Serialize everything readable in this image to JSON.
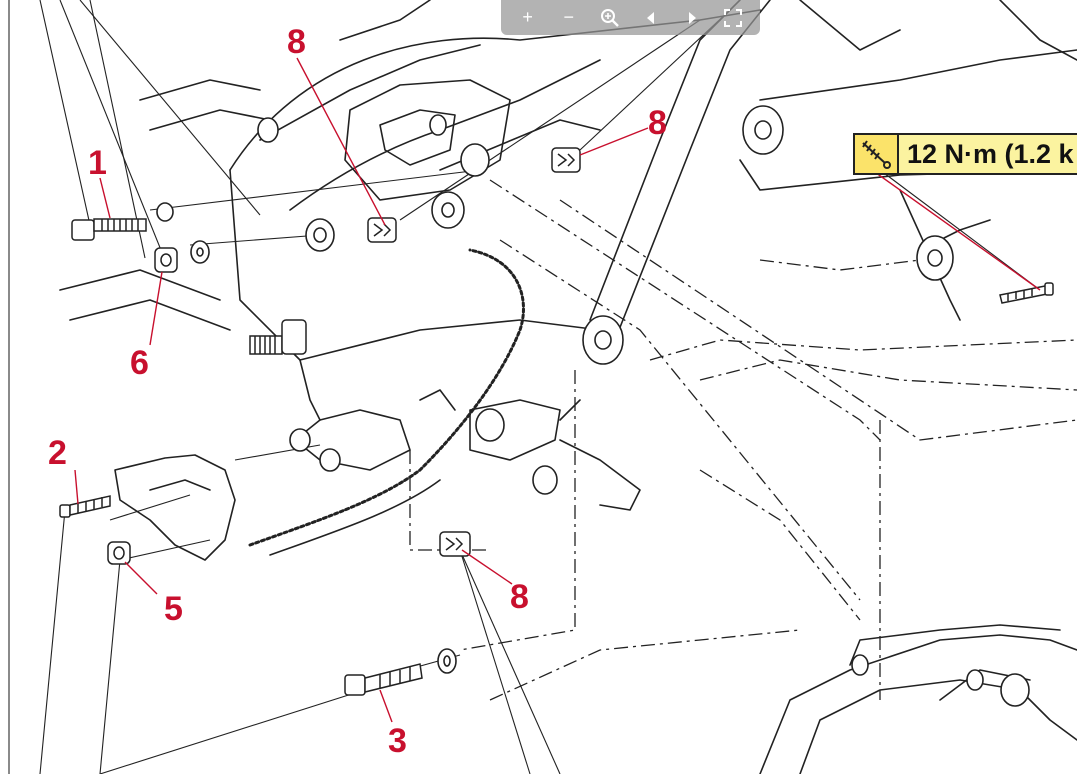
{
  "callouts": {
    "c1": "1",
    "c2": "2",
    "c3": "3",
    "c5": "5",
    "c6": "6",
    "c8a": "8",
    "c8b": "8",
    "c8c": "8"
  },
  "torque": {
    "label": "12 N·m (1.2 k",
    "icon": "torque-wrench-icon"
  },
  "toolbar": {
    "zoom_in": "+",
    "zoom_out": "−",
    "icons": [
      "zoom-in-icon",
      "zoom-out-icon",
      "magnifier-icon",
      "prev-page-icon",
      "next-page-icon",
      "fullscreen-icon"
    ]
  },
  "colors": {
    "callout": "#c8102e",
    "torque_bg": "#fbf3a0",
    "line": "#222222"
  }
}
